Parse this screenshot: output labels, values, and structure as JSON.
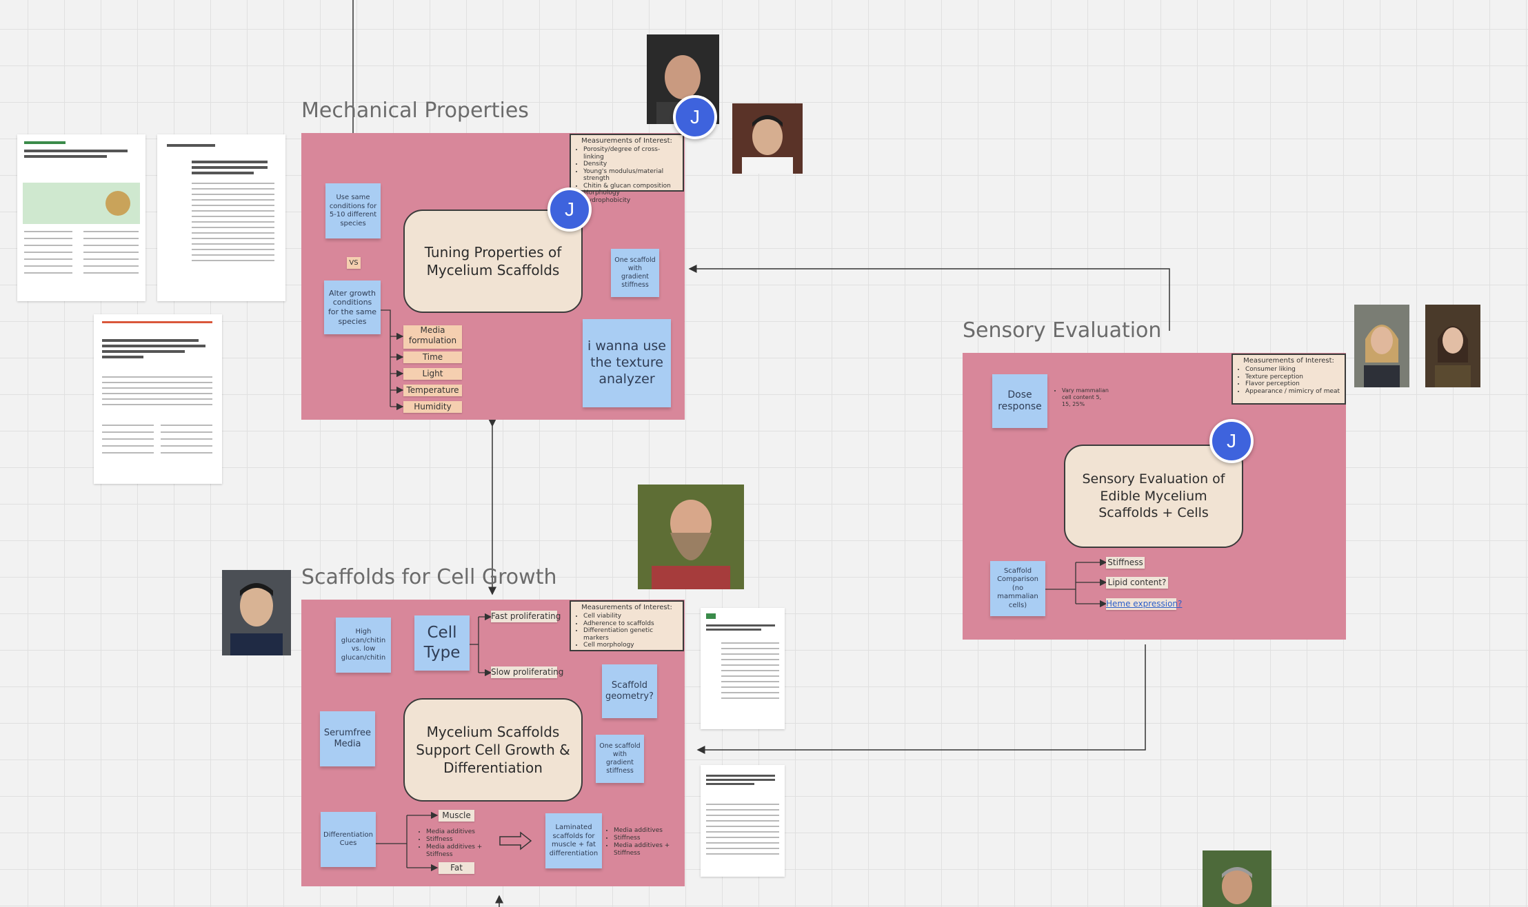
{
  "sections": {
    "mechanical": {
      "title": "Mechanical Properties",
      "center": "Tuning Properties of Mycelium Scaffolds",
      "measures_title": "Measurements of Interest:",
      "measures": [
        "Porosity/degree of cross-linking",
        "Density",
        "Young's modulus/material strength",
        "Chitin & glucan composition",
        "Morphology",
        "Hydrophobicity"
      ],
      "sticky_same": "Use same conditions for 5-10 different species",
      "vs": "VS",
      "sticky_alter": "Alter growth conditions for the same species",
      "tags": [
        "Media formulation",
        "Time",
        "Light",
        "Temperature",
        "Humidity"
      ],
      "sticky_gradient": "One scaffold with gradient stiffness",
      "sticky_texture": "i wanna use the texture analyzer"
    },
    "sensory": {
      "title": "Sensory Evaluation",
      "center": "Sensory Evaluation of Edible Mycelium Scaffolds + Cells",
      "measures_title": "Measurements of Interest:",
      "measures": [
        "Consumer liking",
        "Texture perception",
        "Flavor perception",
        "Appearance / mimicry of meat"
      ],
      "sticky_dose": "Dose response",
      "dose_note": "Vary mammalian cell content 5, 15, 25%",
      "sticky_compare": "Scaffold Comparison (no mammalian cells)",
      "tags": [
        "Stiffness",
        "Lipid content?",
        "Heme expression?"
      ]
    },
    "cell": {
      "title": "Scaffolds for Cell Growth",
      "center": "Mycelium Scaffolds Support Cell Growth & Differentiation",
      "measures_title": "Measurements of Interest:",
      "measures": [
        "Cell viability",
        "Adherence to scaffolds",
        "Differentiation genetic markers",
        "Cell morphology"
      ],
      "sticky_glucan": "High glucan/chitin vs. low glucan/chitin",
      "sticky_celltype": "Cell Type",
      "tag_fast": "Fast proliferating",
      "tag_slow": "Slow proliferating",
      "sticky_geometry": "Scaffold geometry?",
      "sticky_serum": "Serumfree Media",
      "sticky_gradient": "One scaffold with gradient stiffness",
      "sticky_diff": "Differentiation Cues",
      "tag_muscle": "Muscle",
      "tag_fat": "Fat",
      "diff_list": [
        "Media additives",
        "Stiffness",
        "Media additives + Stiffness"
      ],
      "sticky_laminated": "Laminated scaffolds for muscle + fat differentiation",
      "lam_list": [
        "Media additives",
        "Stiffness",
        "Media additives + Stiffness"
      ]
    }
  },
  "collaborator_initial": "J",
  "colors": {
    "panel": "#d8879a",
    "sticky": "#a9cdf3",
    "tag": "#f5cfb0",
    "avatar": "#3e63dd"
  }
}
